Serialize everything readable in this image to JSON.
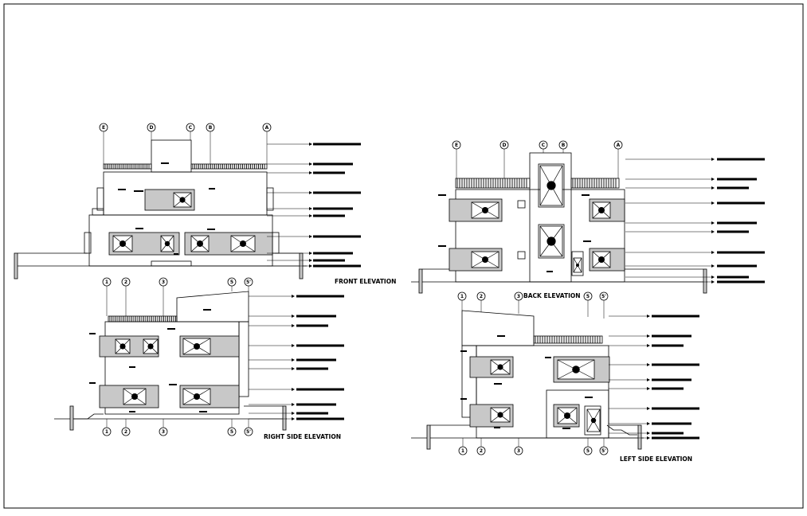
{
  "views": {
    "front": {
      "title": "FRONT ELEVATION",
      "grid_labels": [
        "E",
        "D",
        "C",
        "B",
        "A"
      ]
    },
    "back": {
      "title": "BACK ELEVATION",
      "grid_labels": [
        "E",
        "D",
        "C",
        "B",
        "A"
      ]
    },
    "right": {
      "title": "RIGHT SIDE ELEVATION",
      "grid_labels": [
        "1",
        "2",
        "3",
        "5",
        "5'"
      ]
    },
    "left": {
      "title": "LEFT SIDE ELEVATION",
      "grid_labels": [
        "1",
        "2",
        "3",
        "5",
        "5'"
      ]
    }
  },
  "colors": {
    "line": "#000000",
    "panel_fill": "#c8c8c8",
    "ground_fill": "#c8c8c8"
  }
}
